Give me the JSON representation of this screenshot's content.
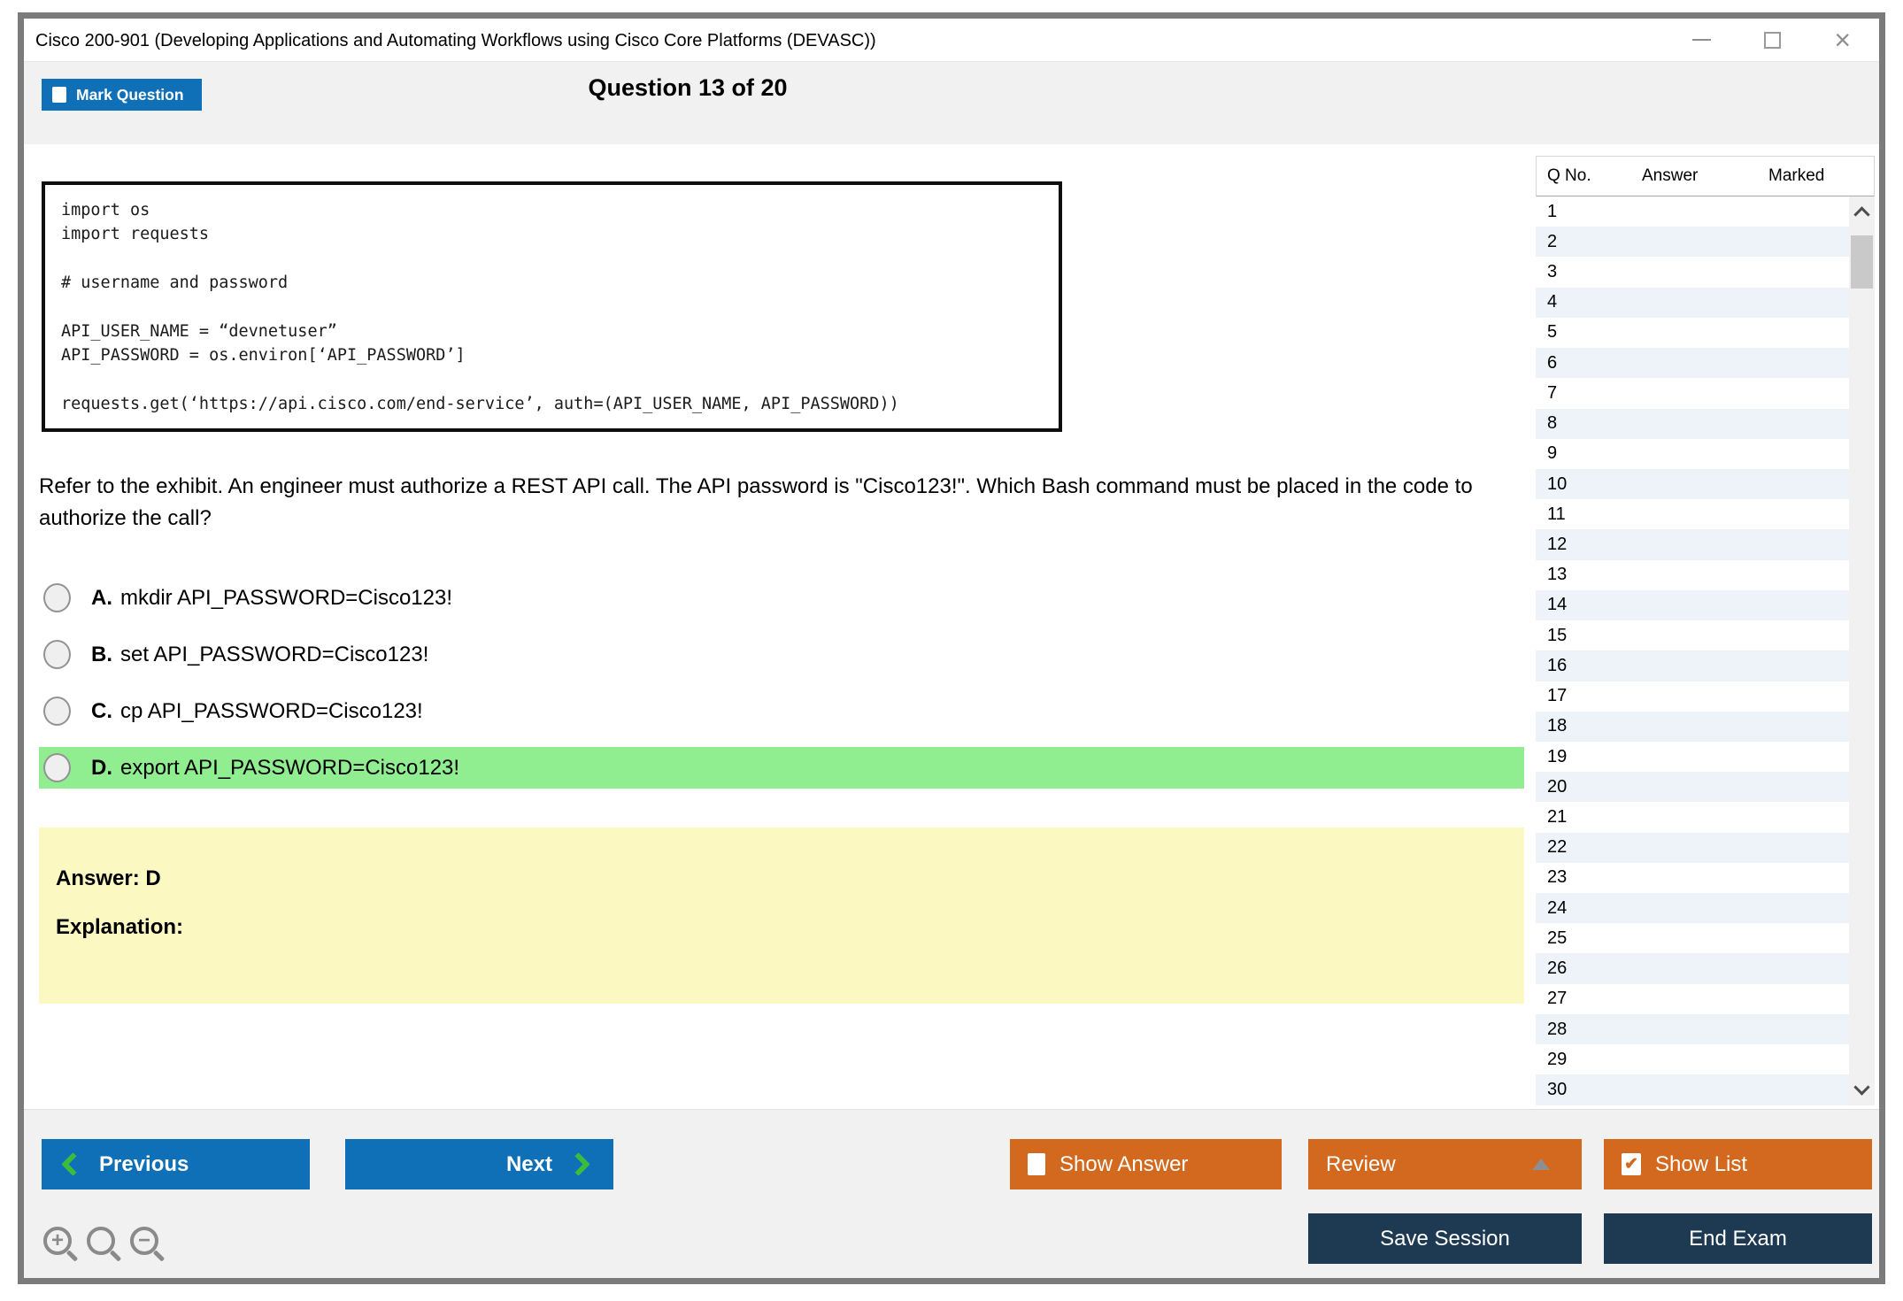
{
  "window": {
    "title": "Cisco 200-901 (Developing Applications and Automating Workflows using Cisco Core Platforms (DEVASC))",
    "close_glyph": "×"
  },
  "header": {
    "mark_question_label": "Mark Question",
    "question_counter": "Question 13 of 20"
  },
  "exhibit": {
    "code_lines": [
      "import os",
      "import requests",
      "",
      "# username and password",
      "",
      "API_USER_NAME = “devnetuser”",
      "API_PASSWORD = os.environ[‘API_PASSWORD’]",
      "",
      "requests.get(‘https://api.cisco.com/end-service’, auth=(API_USER_NAME, API_PASSWORD))"
    ]
  },
  "question": {
    "text": "Refer to the exhibit. An engineer must authorize a REST API call. The API password is \"Cisco123!\". Which Bash command must be placed in the code to authorize the call?",
    "options": [
      {
        "letter": "A.",
        "text": "mkdir API_PASSWORD=Cisco123!",
        "highlighted": false
      },
      {
        "letter": "B.",
        "text": "set API_PASSWORD=Cisco123!",
        "highlighted": false
      },
      {
        "letter": "C.",
        "text": "cp API_PASSWORD=Cisco123!",
        "highlighted": false
      },
      {
        "letter": "D.",
        "text": "export API_PASSWORD=Cisco123!",
        "highlighted": true
      }
    ]
  },
  "answer_panel": {
    "answer_label": "Answer: D",
    "explanation_label": "Explanation:"
  },
  "question_list": {
    "headers": [
      "Q No.",
      "Answer",
      "Marked"
    ],
    "rows": [
      "1",
      "2",
      "3",
      "4",
      "5",
      "6",
      "7",
      "8",
      "9",
      "10",
      "11",
      "12",
      "13",
      "14",
      "15",
      "16",
      "17",
      "18",
      "19",
      "20",
      "21",
      "22",
      "23",
      "24",
      "25",
      "26",
      "27",
      "28",
      "29",
      "30"
    ]
  },
  "footer": {
    "previous_label": "Previous",
    "next_label": "Next",
    "show_answer_label": "Show Answer",
    "review_label": "Review",
    "show_list_label": "Show List",
    "save_session_label": "Save Session",
    "end_exam_label": "End Exam",
    "show_list_check_glyph": "✔"
  },
  "colors": {
    "accent_blue": "#0f6fb7",
    "accent_orange": "#d2691e",
    "navy": "#1e3a52",
    "highlight_green": "#90ee90",
    "answer_yellow": "#fbf8c2",
    "chevron_green": "#3cbc3c"
  }
}
